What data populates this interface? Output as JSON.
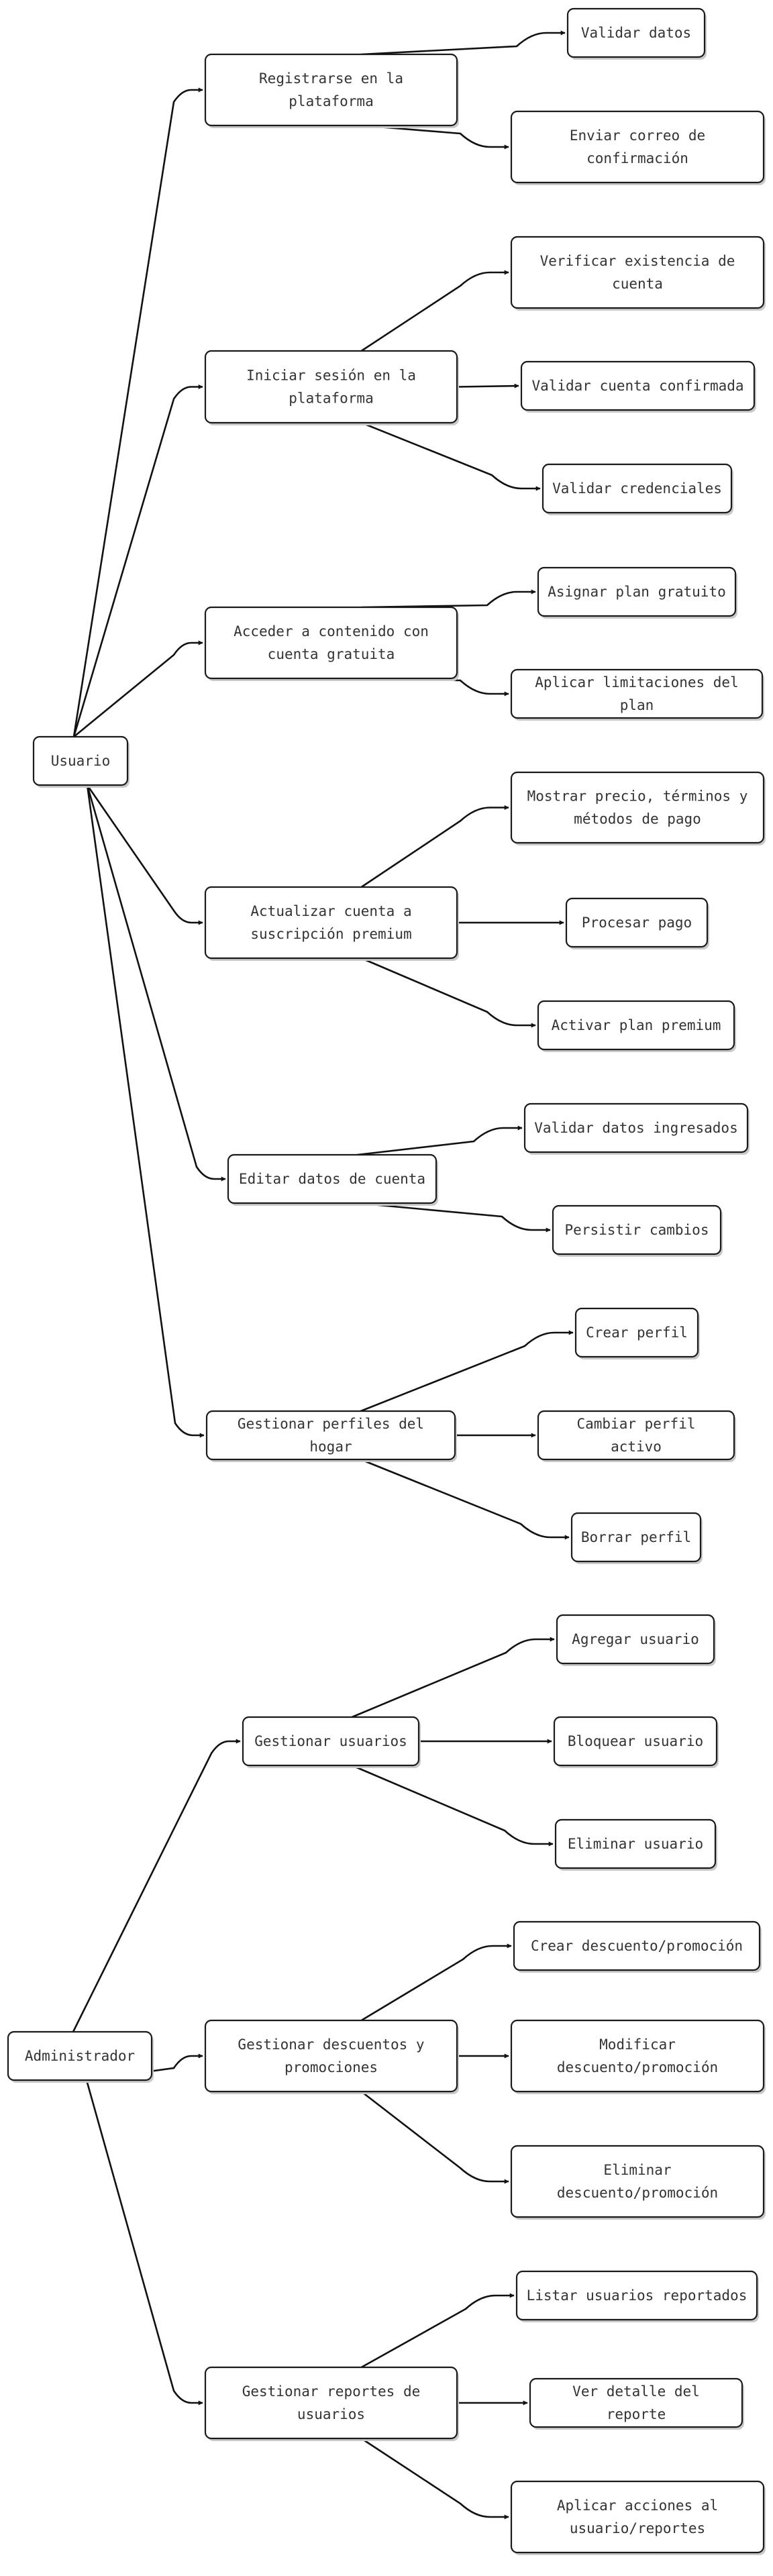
{
  "diagram": {
    "type": "tree",
    "orientation": "left-to-right",
    "roots": [
      {
        "label": "Usuario",
        "children": [
          {
            "label": "Registrarse en la plataforma",
            "children": [
              {
                "label": "Validar datos"
              },
              {
                "label": "Enviar correo de confirmación"
              }
            ]
          },
          {
            "label": "Iniciar sesión en la plataforma",
            "children": [
              {
                "label": "Verificar existencia de cuenta"
              },
              {
                "label": "Validar cuenta confirmada"
              },
              {
                "label": "Validar credenciales"
              }
            ]
          },
          {
            "label": "Acceder a contenido con cuenta gratuita",
            "children": [
              {
                "label": "Asignar plan gratuito"
              },
              {
                "label": "Aplicar limitaciones del plan"
              }
            ]
          },
          {
            "label": "Actualizar cuenta a suscripción premium",
            "children": [
              {
                "label": "Mostrar precio, términos y métodos de pago"
              },
              {
                "label": "Procesar pago"
              },
              {
                "label": "Activar plan premium"
              }
            ]
          },
          {
            "label": "Editar datos de cuenta",
            "children": [
              {
                "label": "Validar datos ingresados"
              },
              {
                "label": "Persistir cambios"
              }
            ]
          },
          {
            "label": "Gestionar perfiles del hogar",
            "children": [
              {
                "label": "Crear perfil"
              },
              {
                "label": "Cambiar perfil activo"
              },
              {
                "label": "Borrar perfil"
              }
            ]
          }
        ]
      },
      {
        "label": "Administrador",
        "children": [
          {
            "label": "Gestionar usuarios",
            "children": [
              {
                "label": "Agregar usuario"
              },
              {
                "label": "Bloquear usuario"
              },
              {
                "label": "Eliminar usuario"
              }
            ]
          },
          {
            "label": "Gestionar descuentos y promociones",
            "children": [
              {
                "label": "Crear descuento/promoción"
              },
              {
                "label": "Modificar descuento/promoción"
              },
              {
                "label": "Eliminar descuento/promoción"
              }
            ]
          },
          {
            "label": "Gestionar reportes de usuarios",
            "children": [
              {
                "label": "Listar usuarios reportados"
              },
              {
                "label": "Ver detalle del reporte"
              },
              {
                "label": "Aplicar acciones al usuario/reportes"
              }
            ]
          }
        ]
      }
    ]
  }
}
